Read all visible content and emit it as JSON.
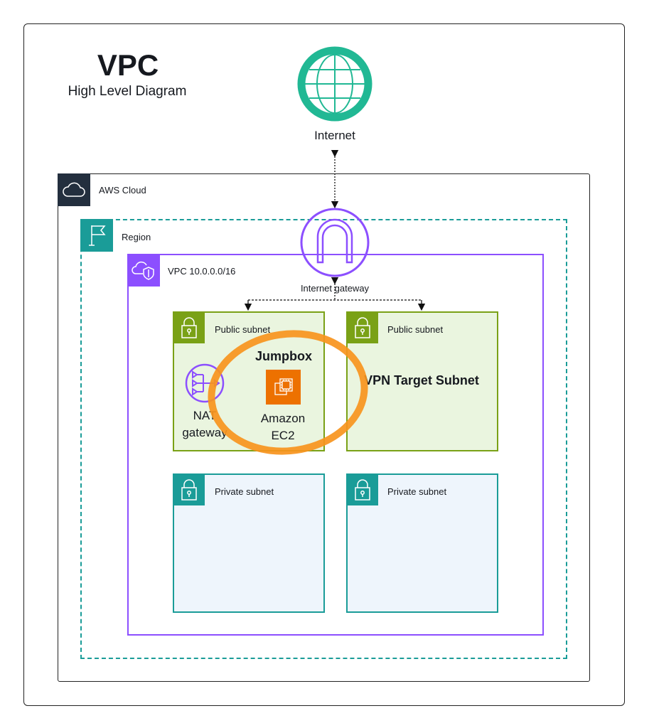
{
  "title": "VPC",
  "subtitle": "High Level Diagram",
  "internet": {
    "label": "Internet",
    "icon": "globe-icon",
    "color": "#21b894"
  },
  "aws_cloud": {
    "label": "AWS Cloud",
    "icon": "cloud-icon",
    "color": "#232f3e"
  },
  "region": {
    "label": "Region",
    "icon": "flag-icon",
    "color": "#1a9c98"
  },
  "vpc": {
    "label": "VPC 10.0.0.0/16",
    "icon": "vpc-shield-icon",
    "color": "#8c4fff"
  },
  "internet_gateway": {
    "label": "Internet gateway",
    "icon": "internet-gateway-icon",
    "color": "#8c4fff"
  },
  "subnets": [
    {
      "label": "Public subnet",
      "type": "public",
      "color": "#7aa116",
      "fill": "#eaf5df",
      "nat": {
        "label_line1": "NAT",
        "label_line2": "gateway",
        "icon": "nat-gateway-icon"
      },
      "jumpbox": {
        "title": "Jumpbox",
        "label_line1": "Amazon",
        "label_line2": "EC2",
        "icon": "ec2-icon",
        "color": "#ed7100"
      }
    },
    {
      "label": "Public subnet",
      "type": "public",
      "color": "#7aa116",
      "fill": "#eaf5df",
      "title": "VPN Target Subnet"
    },
    {
      "label": "Private subnet",
      "type": "private",
      "color": "#1a9c98",
      "fill": "#eef5fc"
    },
    {
      "label": "Private subnet",
      "type": "private",
      "color": "#1a9c98",
      "fill": "#eef5fc"
    }
  ],
  "highlight": {
    "shape": "ellipse",
    "color": "#f7941d"
  }
}
